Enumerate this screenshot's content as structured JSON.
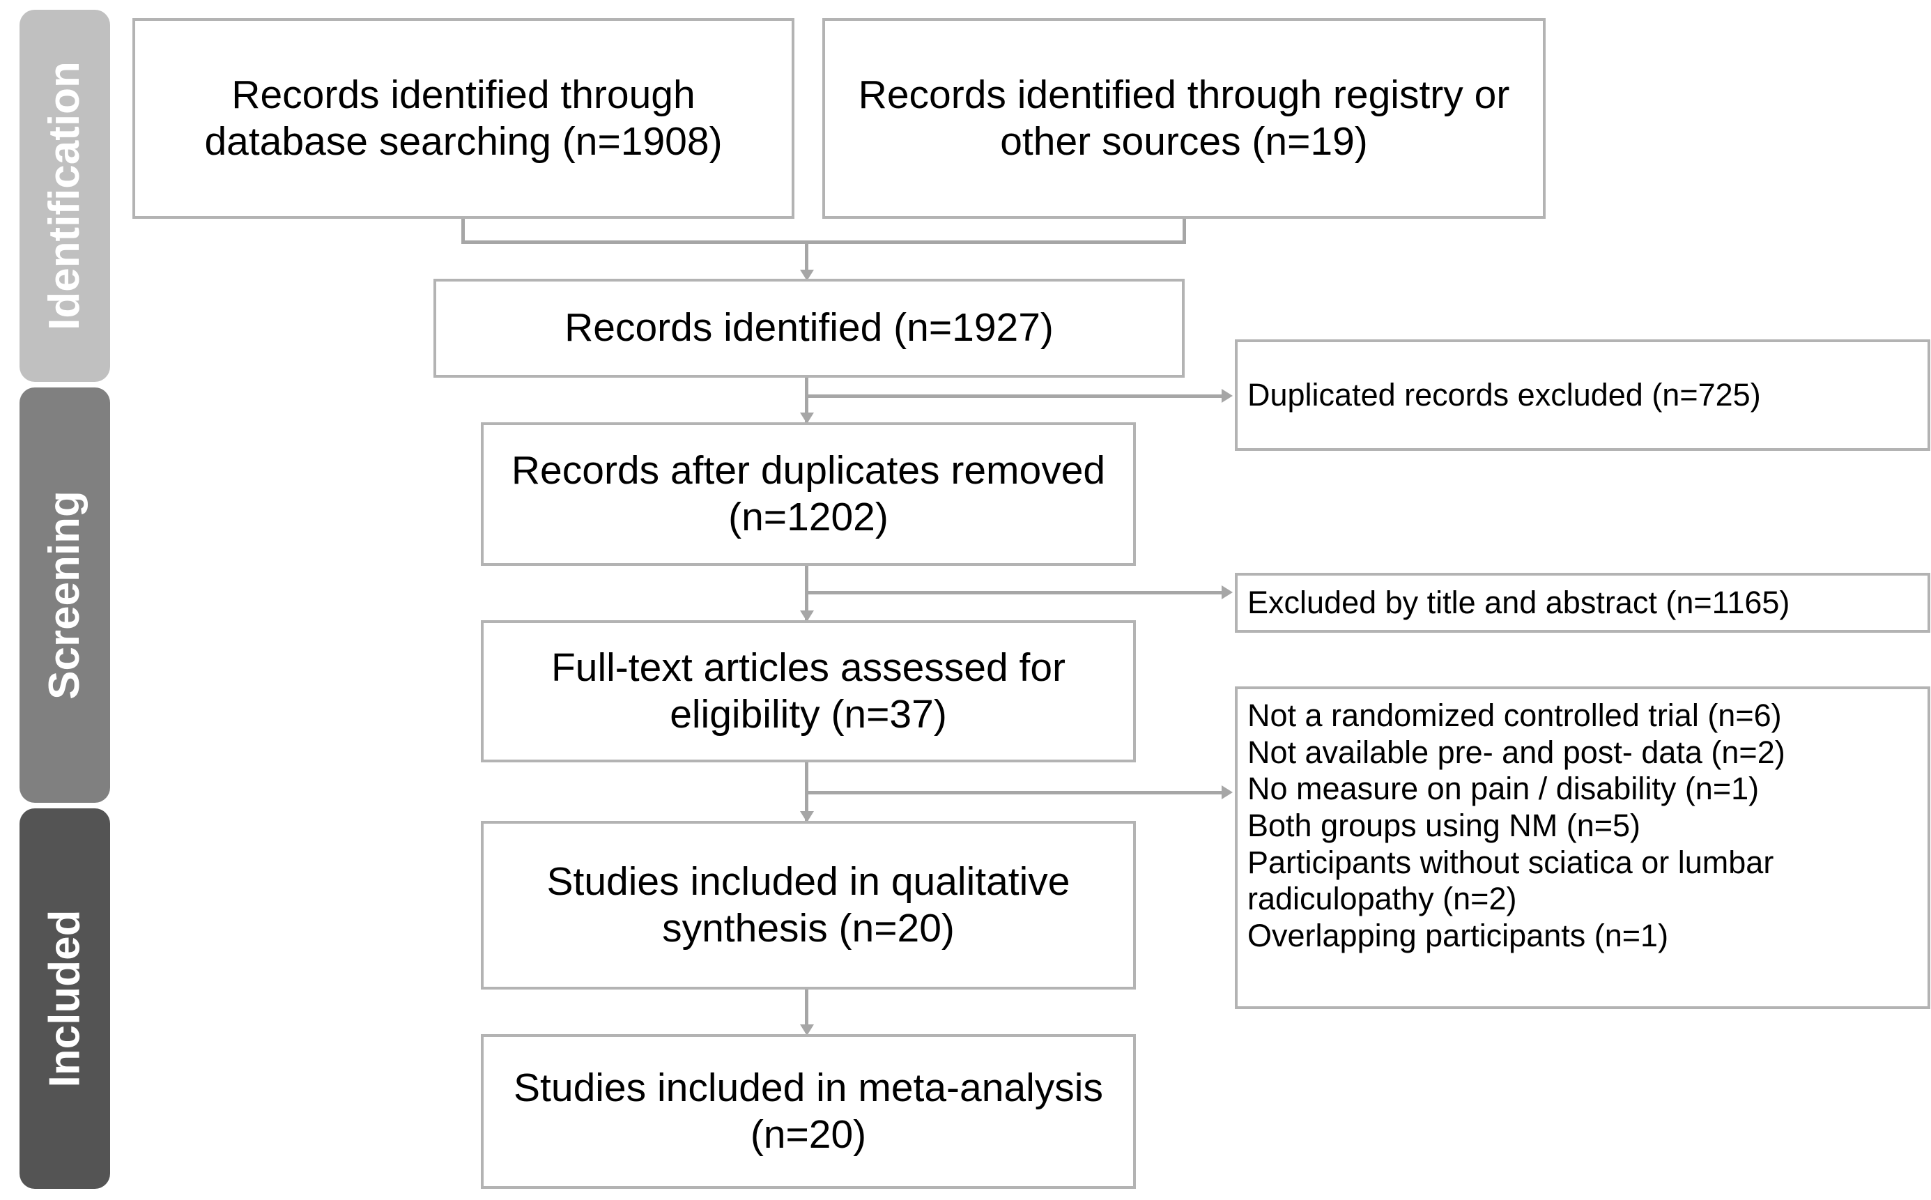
{
  "diagram": {
    "title": "PRISMA study selection flow diagram",
    "colors": {
      "band_identification": "#c0c0c0",
      "band_screening": "#808080",
      "band_included": "#545454",
      "box_border": "#b3b3b3",
      "connector": "#a6a6a6",
      "background": "#ffffff",
      "box_text": "#000000",
      "band_text": "#ffffff"
    },
    "bands": [
      {
        "id": "identification",
        "label": "Identification"
      },
      {
        "id": "screening",
        "label": "Screening"
      },
      {
        "id": "included",
        "label": "Included"
      }
    ],
    "boxes": {
      "database_search": "Records identified through database searching (n=1908)",
      "registry_search": "Records identified through registry or other sources (n=19)",
      "records_identified": "Records identified (n=1927)",
      "duplicates_excluded": "Duplicated records excluded (n=725)",
      "after_duplicates": "Records after duplicates removed (n=1202)",
      "excluded_title_abstract": "Excluded by title and abstract (n=1165)",
      "fulltext_assessed": "Full-text articles assessed for eligibility (n=37)",
      "qualitative_synthesis": "Studies included in qualitative synthesis (n=20)",
      "meta_analysis": "Studies included in meta-analysis (n=20)"
    },
    "exclusion_reasons": [
      "Not a randomized controlled trial (n=6)",
      "Not available pre- and post- data (n=2)",
      "No measure on pain / disability (n=1)",
      "Both groups using NM (n=5)",
      "Participants without sciatica or lumbar radiculopathy (n=2)",
      "Overlapping participants (n=1)"
    ],
    "counts": {
      "database_search": 1908,
      "registry_search": 19,
      "records_identified": 1927,
      "duplicates_excluded": 725,
      "after_duplicates": 1202,
      "excluded_title_abstract": 1165,
      "fulltext_assessed": 37,
      "qualitative_synthesis": 20,
      "meta_analysis": 20,
      "reason_not_rct": 6,
      "reason_no_pre_post": 2,
      "reason_no_pain_measure": 1,
      "reason_both_nm": 5,
      "reason_no_sciatica": 2,
      "reason_overlapping": 1
    }
  }
}
